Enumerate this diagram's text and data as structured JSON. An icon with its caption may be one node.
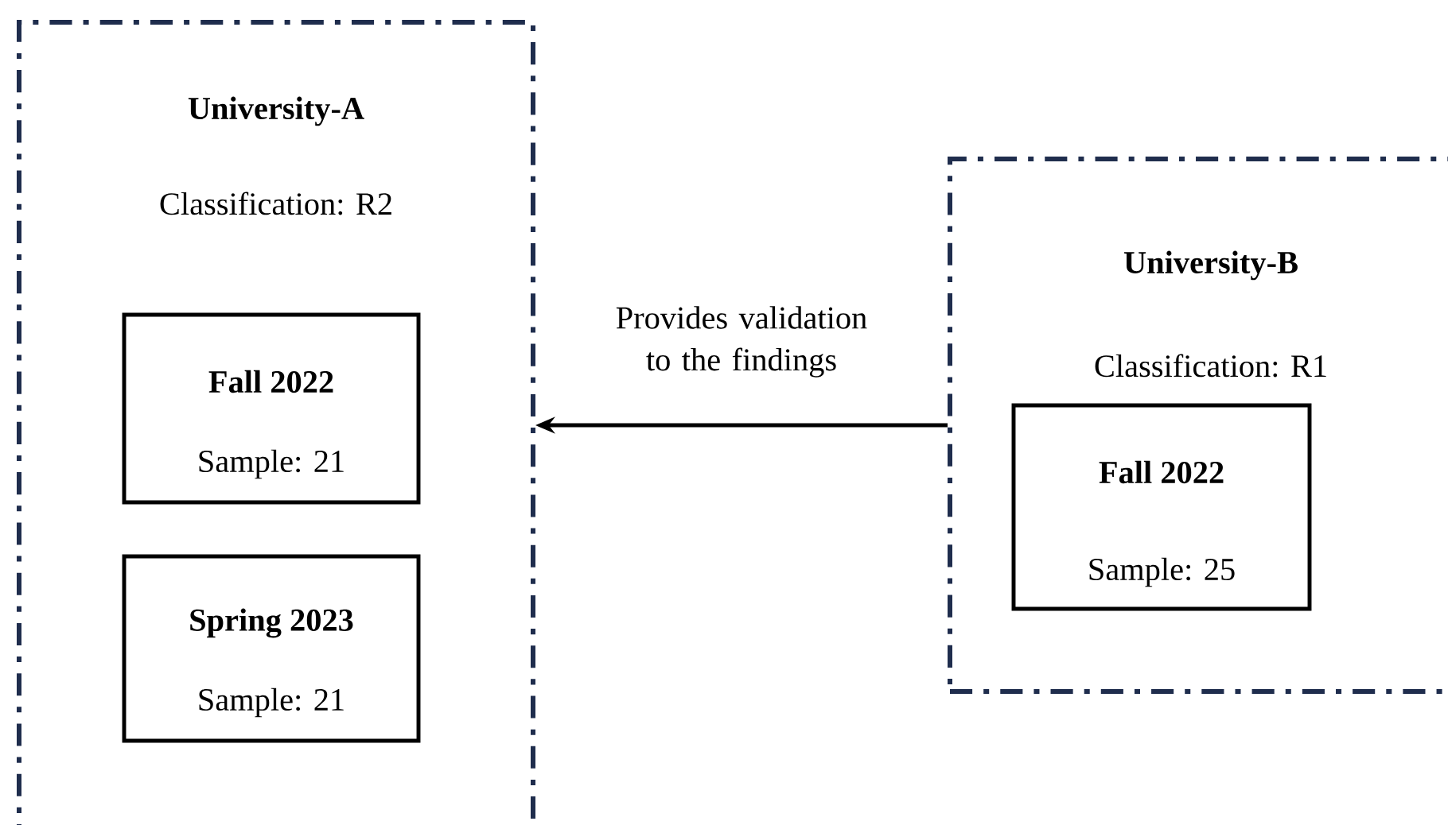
{
  "diagram": {
    "nodes": [
      {
        "text": [
          "University-A",
          "Classification: R2"
        ]
      },
      {
        "text": [
          "Fall 2022",
          "Sample: 21"
        ],
        "in": 0
      },
      {
        "text": [
          "Spring 2023",
          "Sample: 21"
        ],
        "in": 0
      },
      {
        "text": [
          "University-B",
          "Classification: R1"
        ]
      },
      {
        "text": [
          "Fall 2022",
          "Sample: 25"
        ],
        "in": 3
      }
    ],
    "edges": [
      {
        "from": 3,
        "to": 0,
        "arrow": "to",
        "label": "Provides validation to the findings"
      }
    ]
  }
}
